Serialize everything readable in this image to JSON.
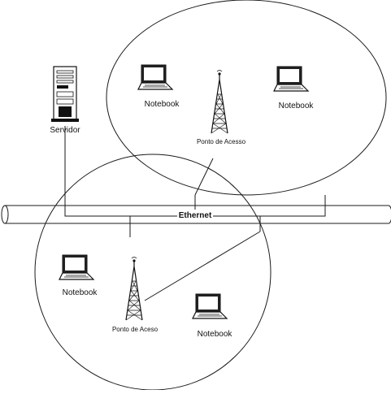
{
  "labels": {
    "servidor": "Servidor",
    "ethernet": "Ethernet",
    "notebook_top_left": "Notebook",
    "notebook_top_right": "Notebook",
    "ap_top": "Ponto de Acesso",
    "notebook_bottom_left": "Notebook",
    "notebook_bottom_right": "Notebook",
    "ap_bottom": "Ponto de Aceso"
  },
  "icons": {
    "server": "server-icon",
    "laptop": "laptop-icon",
    "antenna": "antenna-tower-icon"
  },
  "colors": {
    "line": "#1a1a1a",
    "background": "#ffffff"
  }
}
